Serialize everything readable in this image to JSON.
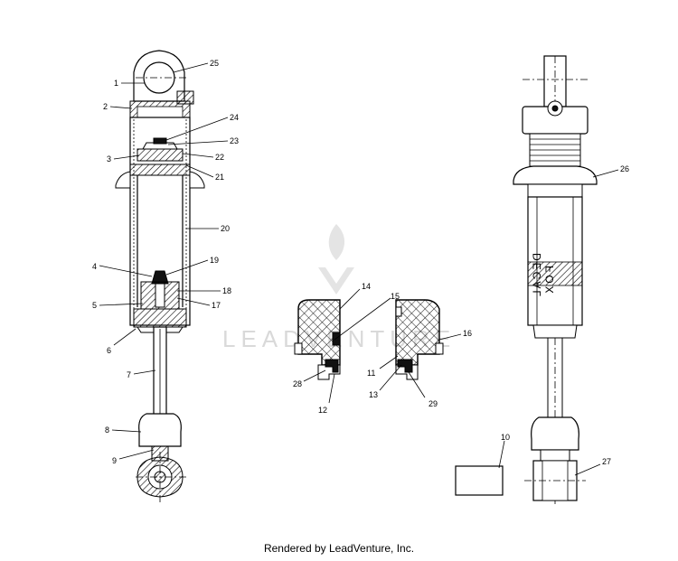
{
  "watermark": {
    "brand": "LEADVENTURE"
  },
  "callouts": {
    "left": [
      "1",
      "2",
      "3",
      "4",
      "5",
      "6",
      "7",
      "8",
      "9",
      "17",
      "18",
      "19",
      "20",
      "21",
      "22",
      "23",
      "24",
      "25"
    ],
    "middle": [
      "11",
      "12",
      "13",
      "14",
      "15",
      "16",
      "28",
      "29"
    ],
    "right": [
      "10",
      "26",
      "27"
    ]
  },
  "decal": {
    "line1": "DECAL",
    "line2": "FOX"
  },
  "footer": "Rendered by LeadVenture, Inc."
}
